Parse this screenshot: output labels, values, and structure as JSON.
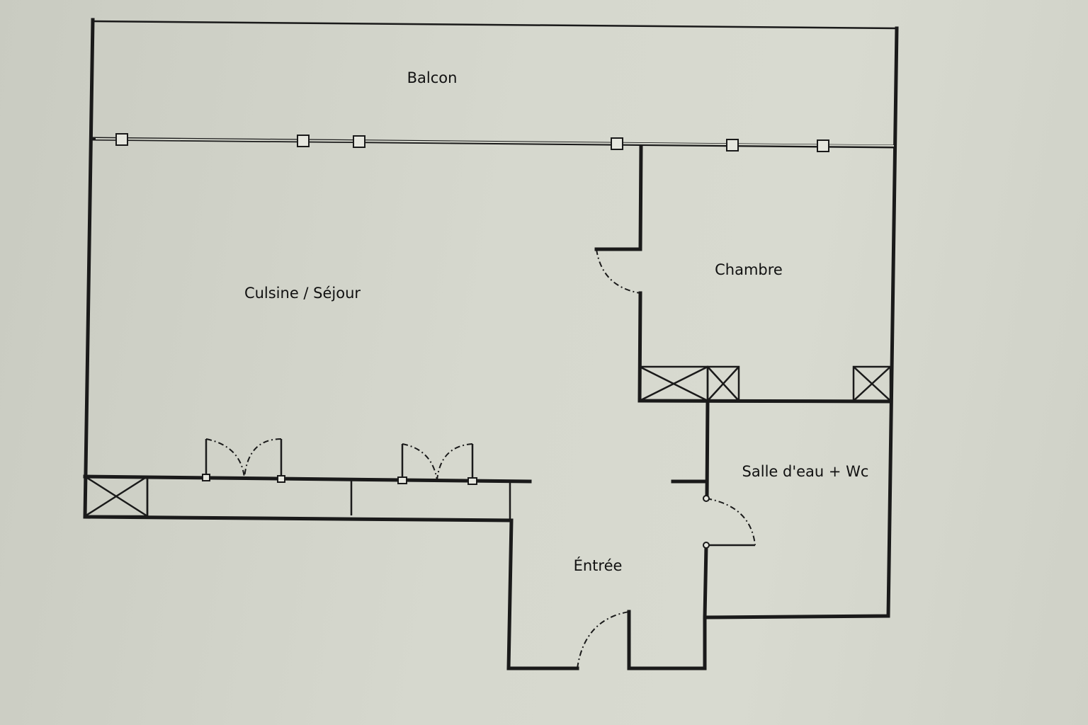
{
  "rooms": {
    "balcon": "Balcon",
    "cuisine_sejour": "Culsine / Séjour",
    "chambre": "Chambre",
    "salle_eau": "Salle d'eau + Wc",
    "entree": "Éntrée"
  }
}
